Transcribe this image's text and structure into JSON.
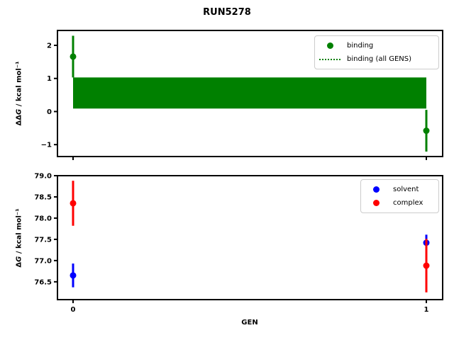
{
  "title": "RUN5278",
  "colors": {
    "binding": "#008000",
    "solvent": "#0000ff",
    "complex": "#ff0000",
    "axis": "#000000",
    "legend_border": "#cccccc",
    "background": "#ffffff"
  },
  "chart_data": [
    {
      "type": "errorbar-scatter",
      "ylabel": "ΔΔG / kcal mol⁻¹",
      "ylabel_parts": [
        "ΔΔ",
        "G",
        " / kcal mol⁻¹"
      ],
      "x": [
        0,
        1
      ],
      "series": [
        {
          "name": "binding",
          "color": "#008000",
          "values": [
            1.66,
            -0.58
          ],
          "errors": [
            0.63,
            0.63
          ]
        }
      ],
      "band": {
        "label": "binding (all GENS)",
        "color": "#008000",
        "lo": 0.09,
        "hi": 1.03,
        "x0": 0,
        "x1": 1
      },
      "ylim": [
        -1.36,
        2.45
      ],
      "yticks": [
        2,
        1,
        0,
        -1
      ],
      "ytick_labels": [
        "2",
        "1",
        "0",
        "−1"
      ],
      "grid": false,
      "legend_position": "upper right",
      "legend": [
        {
          "label": "binding",
          "marker": "dot",
          "color": "#008000"
        },
        {
          "label": "binding (all GENS)",
          "marker": "dotted-line",
          "color": "#008000"
        }
      ]
    },
    {
      "type": "errorbar-scatter",
      "xlabel": "GEN",
      "ylabel": "ΔG / kcal mol⁻¹",
      "ylabel_parts": [
        "Δ",
        "G",
        " / kcal mol⁻¹"
      ],
      "x": [
        0,
        1
      ],
      "xtick_labels": [
        "0",
        "1"
      ],
      "series": [
        {
          "name": "solvent",
          "color": "#0000ff",
          "values": [
            76.65,
            77.42
          ],
          "errors": [
            0.28,
            0.19
          ]
        },
        {
          "name": "complex",
          "color": "#ff0000",
          "values": [
            78.35,
            76.88
          ],
          "errors": [
            0.53,
            0.63
          ]
        }
      ],
      "ylim": [
        76.08,
        79.0
      ],
      "yticks": [
        79.0,
        78.5,
        78.0,
        77.5,
        77.0,
        76.5
      ],
      "ytick_labels": [
        "79.0",
        "78.5",
        "78.0",
        "77.5",
        "77.0",
        "76.5"
      ],
      "grid": false,
      "legend_position": "upper right",
      "legend": [
        {
          "label": "solvent",
          "marker": "dot",
          "color": "#0000ff"
        },
        {
          "label": "complex",
          "marker": "dot",
          "color": "#ff0000"
        }
      ]
    }
  ]
}
